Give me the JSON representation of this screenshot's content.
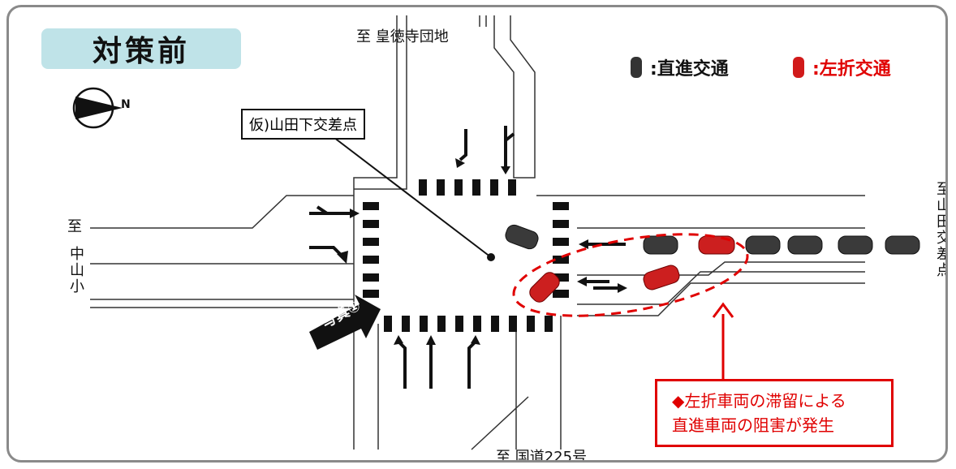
{
  "title": "対策前",
  "legend": {
    "straight": ":直進交通",
    "left": ":左折交通",
    "straight_color": "#333333",
    "left_color": "#d11a1a"
  },
  "labels": {
    "north_road": "至 皇徳寺団地",
    "south_road": "至 国道225号",
    "west_road_top": "至",
    "west_road_mid": "中山小",
    "east_road": "至山田交差点",
    "intersection": "仮)山田下交差点",
    "photo": "写真①",
    "compass_n": "N"
  },
  "callout": {
    "line1": "◆左折車両の滞留による",
    "line2": "直進車両の阻害が発生"
  },
  "colors": {
    "accent_red": "#e00000",
    "title_bg": "#bfe3e8"
  }
}
